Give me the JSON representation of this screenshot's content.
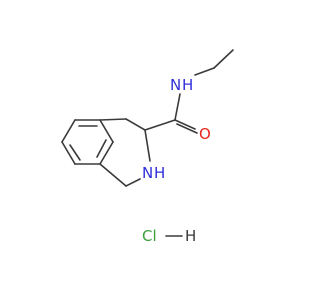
{
  "molecule": {
    "atoms": {
      "amide_nitrogen": {
        "label": "N",
        "hydrogen": "H"
      },
      "ring_nitrogen": {
        "label": "N",
        "hydrogen": "H"
      },
      "carbonyl_oxygen": {
        "label": "O"
      }
    },
    "salt": {
      "acid": "Cl",
      "hydrogen": "H"
    }
  },
  "colors": {
    "bond": "#3a3a3a",
    "nitrogen": "#2f2fd8",
    "oxygen": "#e8261c",
    "chlorine": "#3aa03a",
    "hydrogen": "#3a3a3a"
  }
}
